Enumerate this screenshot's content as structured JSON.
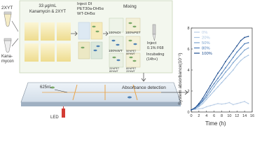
{
  "workflow": {
    "left_top_label": "2XYT",
    "left_bottom_label": "Kana-\nmycon",
    "step1_title": "33 μg/mL\nKanamycin & 2XYT",
    "step2_title": "Inject DI\nPET30a-DH5α\nWT-DH5α",
    "step3_title": "Mixing",
    "mix_labels": [
      "100%DI",
      "100%PET",
      "100%WT",
      "20%PET\n80%WT",
      "50%PET\n50%WT",
      "80%PET\n20%WT"
    ],
    "inject_note": "Inject\n0.1% F68",
    "incubate_note": "Incubating\n(14h+)",
    "chip_volume_label": "625nL",
    "led_label": "LED",
    "detection_label": "Absorbance detection"
  },
  "chart_data": {
    "type": "line",
    "xlabel": "Time (h)",
    "ylabel": "System absorbance(10⁻²)",
    "xlim": [
      0,
      16
    ],
    "ylim": [
      0,
      8
    ],
    "xticks": [
      "0",
      "2",
      "4",
      "6",
      "8",
      "10",
      "12",
      "14",
      "16"
    ],
    "yticks": [
      "0",
      "2",
      "4",
      "6",
      "8"
    ],
    "legend_position": "top-left",
    "colors": {
      "0%": "#b9cde6",
      "20%": "#a9c4e2",
      "50%": "#7da4cf",
      "80%": "#4d7db8",
      "100%": "#1c4c8f"
    },
    "x": [
      0,
      1,
      2,
      3,
      4,
      5,
      6,
      7,
      8,
      9,
      10,
      11,
      12,
      13,
      14,
      15
    ],
    "series": [
      {
        "name": "0%",
        "values": [
          0.2,
          0.25,
          0.3,
          0.35,
          0.5,
          0.6,
          0.7,
          0.8,
          0.75,
          0.8,
          0.9,
          0.7,
          0.8,
          0.9,
          1.0,
          0.8
        ]
      },
      {
        "name": "20%",
        "values": [
          0.2,
          0.3,
          0.5,
          0.8,
          1.2,
          1.6,
          2.0,
          2.4,
          2.8,
          3.2,
          3.6,
          4.0,
          4.5,
          4.9,
          5.2,
          5.4
        ]
      },
      {
        "name": "50%",
        "values": [
          0.2,
          0.3,
          0.6,
          1.0,
          1.4,
          1.9,
          2.4,
          2.9,
          3.3,
          3.8,
          4.2,
          4.7,
          5.1,
          5.5,
          5.9,
          6.1
        ]
      },
      {
        "name": "80%",
        "values": [
          0.2,
          0.4,
          0.7,
          1.1,
          1.6,
          2.2,
          2.7,
          3.2,
          3.7,
          4.2,
          4.7,
          5.2,
          5.7,
          6.1,
          6.5,
          6.6
        ]
      },
      {
        "name": "100%",
        "values": [
          0.2,
          0.4,
          0.8,
          1.3,
          1.9,
          2.5,
          3.1,
          3.7,
          4.2,
          4.8,
          5.3,
          5.8,
          6.3,
          6.8,
          7.1,
          7.2
        ]
      }
    ]
  }
}
